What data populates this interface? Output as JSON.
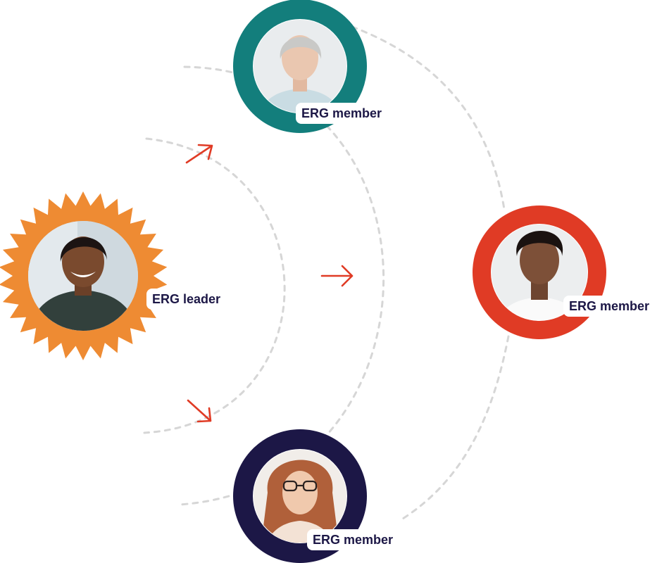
{
  "colors": {
    "leader_ring": "#ee8b33",
    "member_top_ring": "#137e7c",
    "member_right_ring": "#e03b25",
    "member_bottom_ring": "#1c1746",
    "arrow": "#e03b25",
    "dashed_line": "#d6d6d6",
    "label_text": "#1c1746"
  },
  "leader": {
    "label": "ERG leader",
    "icon": "person-portrait-smiling-woman"
  },
  "members": [
    {
      "id": "top",
      "label": "ERG member",
      "icon": "person-portrait-older-woman"
    },
    {
      "id": "right",
      "label": "ERG member",
      "icon": "person-portrait-young-man"
    },
    {
      "id": "bottom",
      "label": "ERG member",
      "icon": "person-portrait-woman-glasses"
    }
  ]
}
